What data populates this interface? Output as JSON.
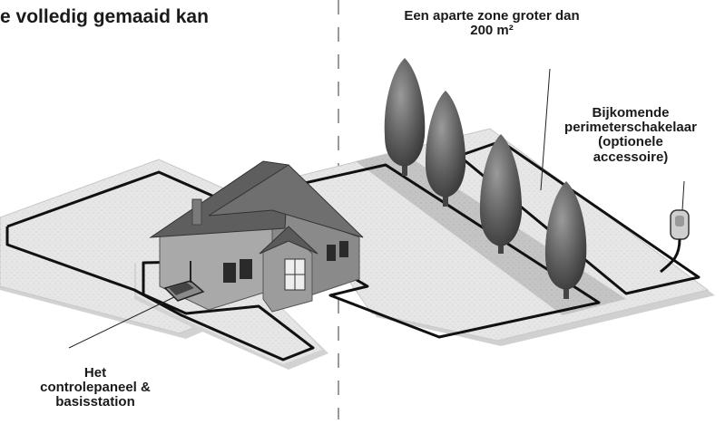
{
  "heading": "e volledig gemaaid kan",
  "annotations": {
    "separate_zone": {
      "line1": "Een aparte zone groter dan",
      "line2": "200 m²"
    },
    "perimeter_switch": {
      "line1": "Bijkomende",
      "line2": "perimeterschakelaar",
      "line3": "(optionele",
      "line4": "accessoire)"
    },
    "control_panel": {
      "line1": "Het",
      "line2": "controlepaneel &",
      "line3": "basisstation"
    }
  },
  "colors": {
    "lawn": "#e9e9e9",
    "lawn_shadow": "#cfcfcf",
    "special_zone": "#c6c6c6",
    "wire": "#111111",
    "house_wall": "#8e8e8e",
    "roof": "#6a6a6a",
    "tree": "#5a5a5a",
    "divider": "#9a9a9a"
  }
}
